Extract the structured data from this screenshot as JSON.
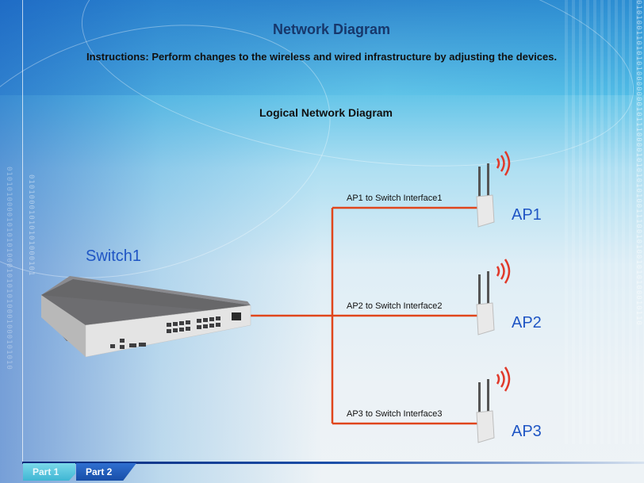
{
  "header": {
    "title": "Network Diagram",
    "instructions": "Instructions: Perform changes to the wireless and wired infrastructure by adjusting the devices."
  },
  "diagram": {
    "subtitle": "Logical Network Diagram",
    "switch": {
      "label": "Switch1",
      "icon": "network-switch-icon"
    },
    "access_points": [
      {
        "label": "AP1",
        "icon": "wireless-access-point-icon",
        "link_label": "AP1 to Switch Interface1"
      },
      {
        "label": "AP2",
        "icon": "wireless-access-point-icon",
        "link_label": "AP2 to Switch Interface2"
      },
      {
        "label": "AP3",
        "icon": "wireless-access-point-icon",
        "link_label": "AP3 to Switch Interface3"
      }
    ],
    "colors": {
      "cable": "#e0461c",
      "signal": "#e0392a",
      "device_label": "#1f55c4",
      "title": "#17376b"
    }
  },
  "footer": {
    "tabs": [
      {
        "label": "Part 1",
        "active": false
      },
      {
        "label": "Part 2",
        "active": true
      }
    ]
  }
}
